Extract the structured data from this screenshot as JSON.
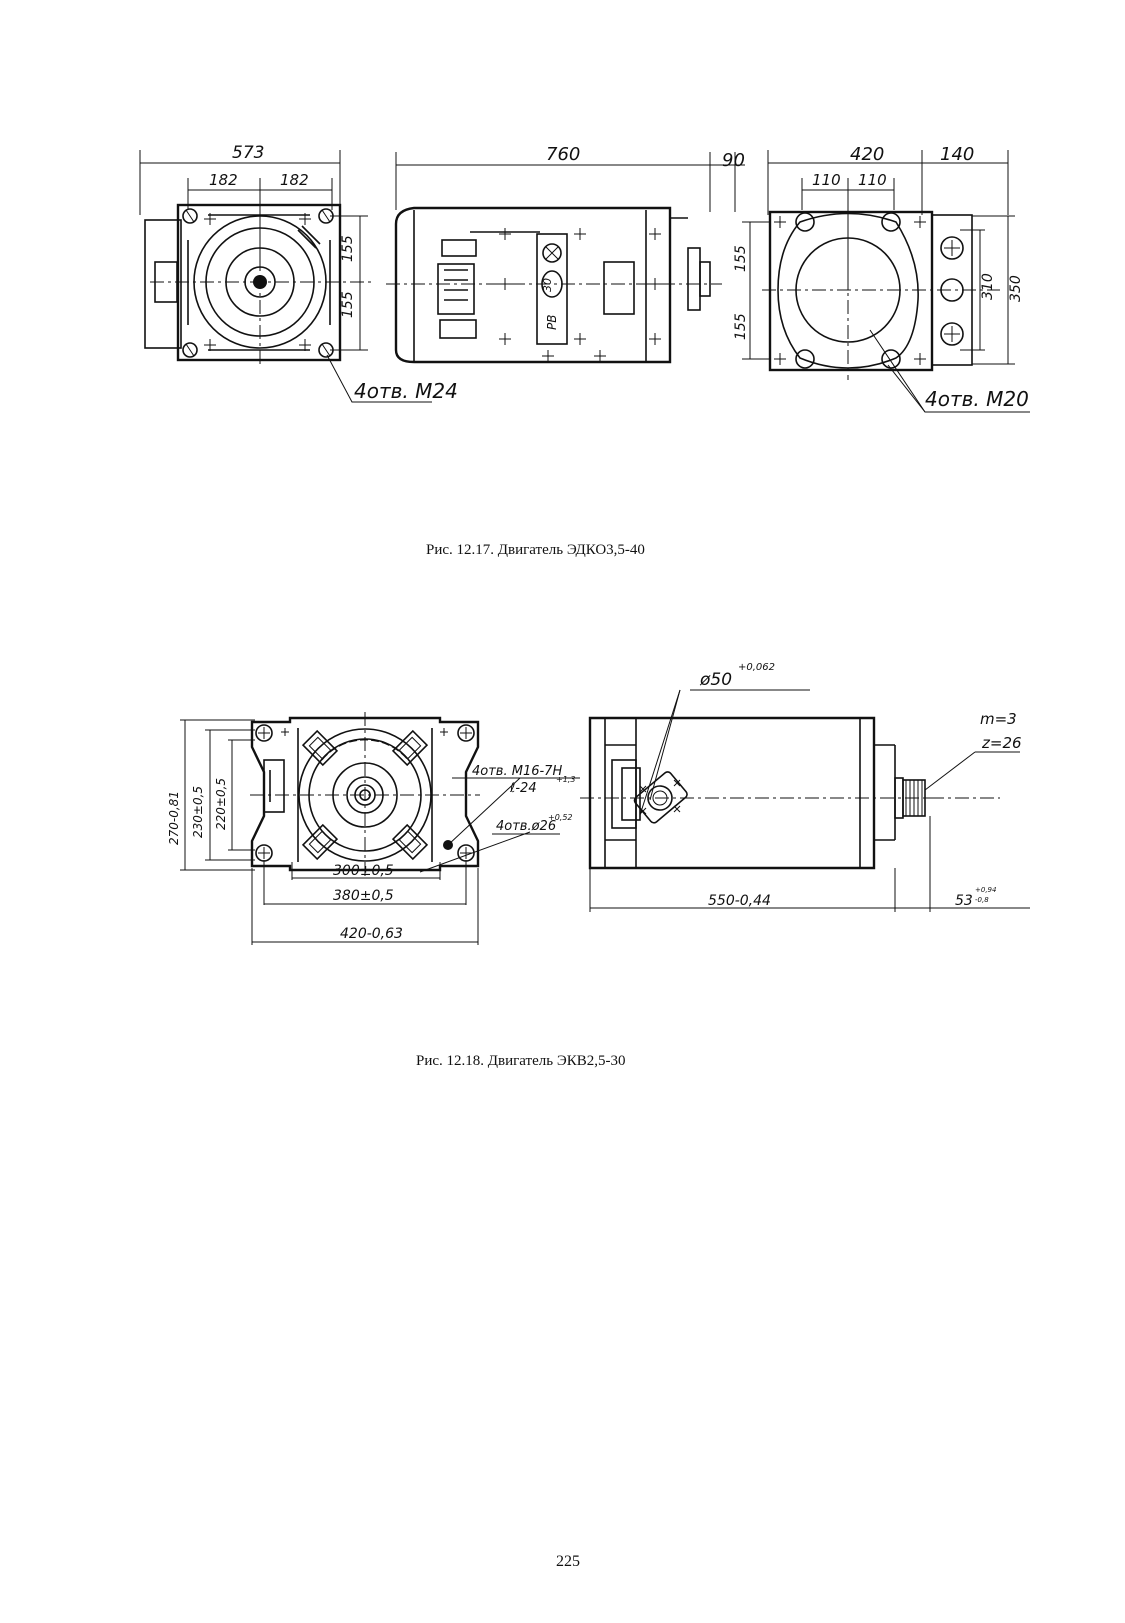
{
  "figure1": {
    "caption": "Рис. 12.17. Двигатель ЭДКО3,5-40",
    "dims": {
      "front_width": "573",
      "front_half_left": "182",
      "front_half_right": "182",
      "front_v_upper": "155",
      "front_v_lower": "155",
      "side_length": "760",
      "side_shaft": "90",
      "end_width": "420",
      "end_extra": "140",
      "end_half_left": "110",
      "end_half_right": "110",
      "end_v_upper": "155",
      "end_v_lower": "155",
      "end_h1": "310",
      "end_h2": "350"
    },
    "labels": {
      "holes_front": "4отв. М24",
      "holes_end": "4отв. М20",
      "plate_text": "РВ",
      "plate_number": "30"
    }
  },
  "figure2": {
    "caption": "Рис. 12.18. Двигатель ЭКВ2,5-30",
    "dims": {
      "v1": "270-0,81",
      "v2": "230±0,5",
      "v3": "220±0,5",
      "h1": "300±0,5",
      "h2": "380±0,5",
      "h3": "420-0,63",
      "length": "550-0,44",
      "shaft": "53",
      "shaft_tol_upper": "+0,94",
      "shaft_tol_lower": "-0,8",
      "diameter": "ø50",
      "diameter_tol": "+0,062",
      "module": "m=3",
      "teeth": "z=26"
    },
    "labels": {
      "holes_thread": "4отв. М16-7Н",
      "holes_depth": "ℓ-24",
      "holes_depth_tol": "+1,3",
      "holes_dia": "4отв.ø26",
      "holes_dia_tol": "+0,52"
    }
  },
  "page_number": "225"
}
